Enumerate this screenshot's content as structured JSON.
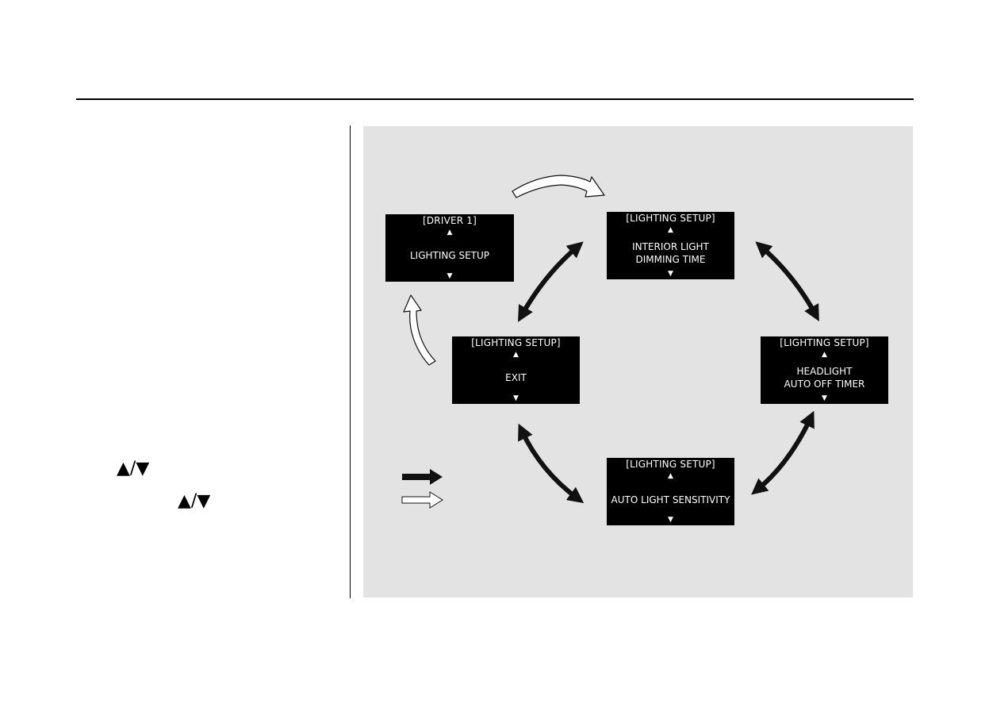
{
  "screens": {
    "driver": {
      "header": "[DRIVER 1]",
      "up": "▲",
      "line1": "LIGHTING SETUP",
      "down": "▼"
    },
    "interior": {
      "header": "[LIGHTING SETUP]",
      "up": "▲",
      "line1": "INTERIOR LIGHT",
      "line2": "DIMMING TIME",
      "down": "▼"
    },
    "exit": {
      "header": "[LIGHTING SETUP]",
      "up": "▲",
      "line1": "EXIT",
      "down": "▼"
    },
    "headlight": {
      "header": "[LIGHTING SETUP]",
      "up": "▲",
      "line1": "HEADLIGHT",
      "line2": "AUTO OFF TIMER",
      "down": "▼"
    },
    "sensitivity": {
      "header": "[LIGHTING SETUP]",
      "up": "▲",
      "line1": "AUTO LIGHT SENSITIVITY",
      "down": "▼"
    }
  },
  "left_column": {
    "key_line_1": {
      "up": "▲",
      "slash": "/",
      "down": "▼"
    },
    "key_line_2": {
      "up": "▲",
      "slash": "/",
      "down": "▼"
    }
  },
  "colors": {
    "panel": "#e3e3e3",
    "screen": "#000000",
    "screen_text": "#ffffff",
    "arrow_dark": "#111111",
    "arrow_light": "#ffffff"
  }
}
